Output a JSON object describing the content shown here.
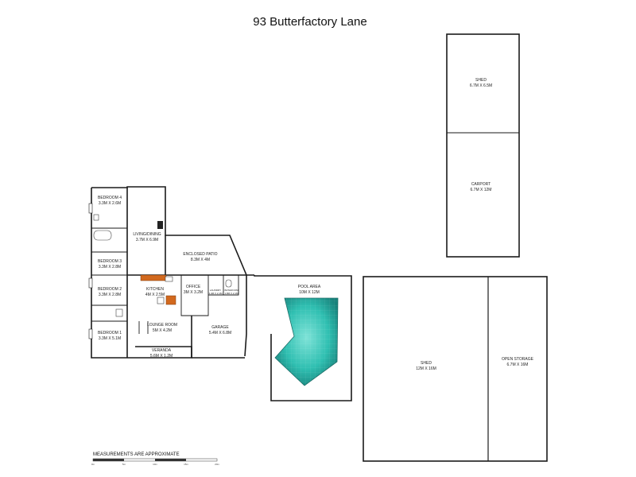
{
  "title": "93 Butterfactory Lane",
  "note": "MEASUREMENTS ARE APPROXIMATE",
  "scale_ticks": [
    "0m",
    "5m",
    "10m",
    "15m",
    "20m"
  ],
  "rooms": {
    "bedroom4": {
      "name": "BEDROOM 4",
      "size": "3.3M X 2.6M"
    },
    "living": {
      "name": "LIVING/DINING",
      "size": "3.7M X 6.9M"
    },
    "enclosed_patio": {
      "name": "ENCLOSED PATIO",
      "size": "8.3M X 4M"
    },
    "bedroom3": {
      "name": "BEDROOM 3",
      "size": "3.3M X 2.8M"
    },
    "bedroom2": {
      "name": "BEDROOM 2",
      "size": "3.3M X 2.8M"
    },
    "kitchen": {
      "name": "KITCHEN",
      "size": "4M X 2.5M"
    },
    "office": {
      "name": "OFFICE",
      "size": "3M X 3.2M"
    },
    "bedroom1": {
      "name": "BEDROOM 1",
      "size": "3.3M X 5.1M"
    },
    "lounge": {
      "name": "LOUNGE ROOM",
      "size": "5M X 4.2M"
    },
    "garage": {
      "name": "GARAGE",
      "size": "5.4M X 6.8M"
    },
    "veranda": {
      "name": "VERANDA",
      "size": "5.6M X 1.2M"
    },
    "pool": {
      "name": "POOL AREA",
      "size": "10M X 12M"
    },
    "shed_top": {
      "name": "SHED",
      "size": "6.7M X 6.5M"
    },
    "carport": {
      "name": "CARPORT",
      "size": "6.7M X 12M"
    },
    "shed_big": {
      "name": "SHED",
      "size": "12M X 16M"
    },
    "open_storage": {
      "name": "OPEN STORAGE",
      "size": "6.7M X 16M"
    },
    "laundry": {
      "name": "LAUNDRY",
      "size": "1.4M X 2.1M"
    },
    "bathroom": {
      "name": "BATHROOM",
      "size": "1.8M X 2.1M"
    }
  },
  "colors": {
    "wall": "#1a1a1a",
    "counter": "#d2691e",
    "pool": "#2fbfb1"
  }
}
